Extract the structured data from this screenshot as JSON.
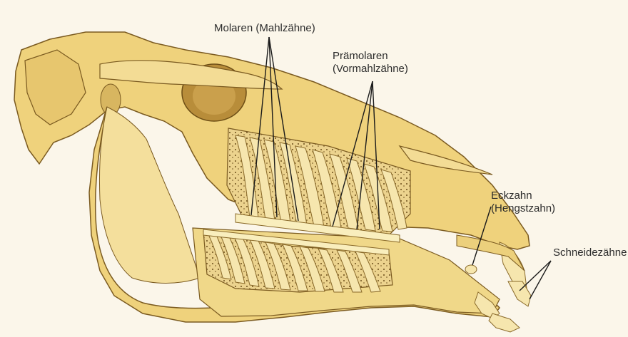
{
  "labels": {
    "molaren": "Molaren (Mahlzähne)",
    "praemolaren_line1": "Prämolaren",
    "praemolaren_line2": "(Vormahlzähne)",
    "eckzahn_line1": "Eckzahn",
    "eckzahn_line2": "(Hengstzahn)",
    "schneidezaehne": "Schneidezähne"
  },
  "colors": {
    "background": "#fbf6ea",
    "bone": "#efd27c",
    "bone_light": "#f7e3a2",
    "bone_shadow": "#c9a24a",
    "outline": "#7a5a20",
    "tooth": "#f6e6ae",
    "root_socket": "#e9cf8a",
    "leader": "#1a1a1a"
  }
}
